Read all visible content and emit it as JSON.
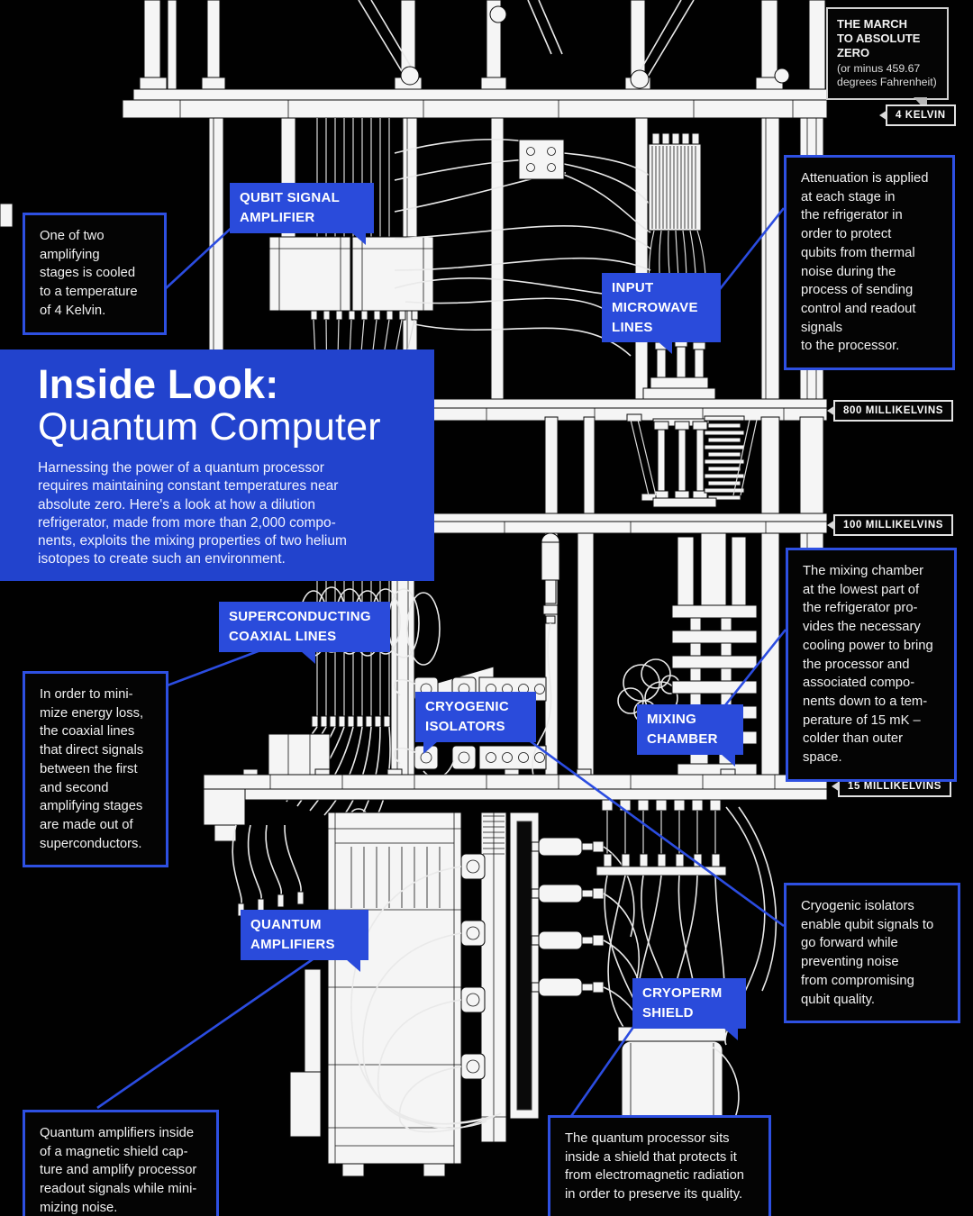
{
  "title_panel": {
    "heading_bold": "Inside Look:",
    "heading_light": "Quantum Computer",
    "body": "Harnessing the power of a quantum processor\nrequires maintaining constant temperatures near\nabsolute zero.  Here's a look at how a dilution\nrefrigerator, made from more than 2,000 compo-\nnents, exploits the mixing properties of two helium\nisotopes to create such an environment."
  },
  "march_note": {
    "bold_lines": "THE MARCH\nTO ABSOLUTE ZERO",
    "light_lines": "(or minus 459.67\ndegrees Fahrenheit)"
  },
  "temperature_tags": {
    "kelvin4": "4 KELVIN",
    "mk800": "800 MILLIKELVINS",
    "mk100": "100 MILLIKELVINS",
    "mk15": "15 MILLIKELVINS"
  },
  "labels": {
    "qubit_amplifier": "QUBIT SIGNAL\nAMPLIFIER",
    "input_lines": "INPUT\nMICROWAVE\nLINES",
    "coax_lines": "SUPERCONDUCTING\nCOAXIAL LINES",
    "cryo_isolators": "CRYOGENIC\nISOLATORS",
    "mixing_chamber": "MIXING\nCHAMBER",
    "quantum_amplifiers": "QUANTUM\nAMPLIFIERS",
    "cryoperm_shield": "CRYOPERM\nSHIELD"
  },
  "callouts": {
    "qubit_amp": "One of two\namplifying\nstages is cooled\nto a temperature\nof 4 Kelvin.",
    "attenuation": "Attenuation is applied\nat each stage in\nthe refrigerator in\norder to protect\nqubits from thermal\nnoise during the\nprocess of sending\ncontrol and readout\nsignals\nto the processor.",
    "coax": "In order to mini-\nmize energy loss,\nthe coaxial lines\nthat direct signals\nbetween the first\nand second\namplifying stages\nare made out of\nsuperconductors.",
    "mixing": "The mixing chamber\nat the lowest part of\nthe refrigerator pro-\nvides the necessary\ncooling power to bring\nthe processor and\nassociated compo-\nnents down to a tem-\nperature of 15 mK –\ncolder than outer\nspace.",
    "isolators": "Cryogenic isolators\nenable qubit signals to\ngo forward while\npreventing noise\nfrom compromising\nqubit quality.",
    "quantum_amps": "Quantum amplifiers inside\nof a magnetic shield cap-\nture and amplify processor\nreadout signals while mini-\nmizing noise.",
    "cryoperm": "The quantum processor sits\ninside a shield that protects it\nfrom electromagnetic radiation\nin order to preserve its quality."
  },
  "colors": {
    "background": "#010101",
    "panel_blue": "#2243cd",
    "label_blue": "#2a4bdb",
    "callout_border": "#2e50e2",
    "connector_blue": "#2b4ce0",
    "tag_border": "#e3e3e3",
    "line_art": "#e9e9e9"
  }
}
